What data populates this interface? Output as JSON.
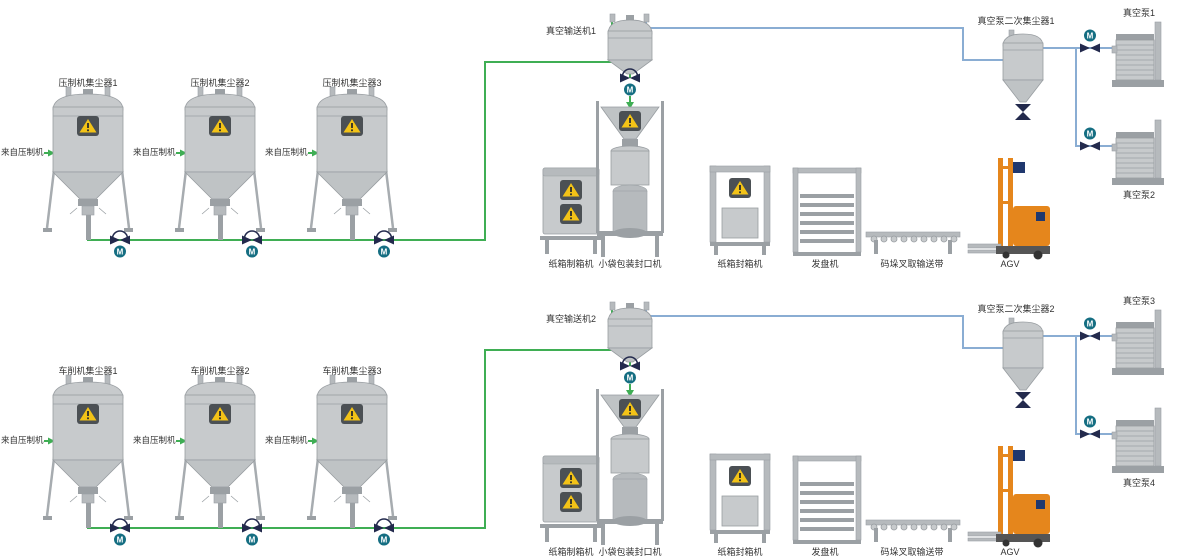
{
  "colors": {
    "pipe_green": "#3fae54",
    "pipe_blue": "#8aadd3",
    "motor_teal": "#156e82",
    "valve_navy": "#232a4d",
    "warning_bg": "#4b5054",
    "warning_yellow": "#f3c317",
    "agv_orange": "#e5861c",
    "agv_blue": "#20386e"
  },
  "sections": [
    {
      "collectors": [
        {
          "label": "压制机集尘器1",
          "input_label": "来自压制机"
        },
        {
          "label": "压制机集尘器2",
          "input_label": "来自压制机"
        },
        {
          "label": "压制机集尘器3",
          "input_label": "来自压制机"
        }
      ],
      "conveyor_label": "真空输送机1",
      "secondary_label": "真空泵二次集尘器1",
      "pumps": [
        {
          "label": "真空泵1"
        },
        {
          "label": "真空泵2"
        }
      ],
      "equipment": [
        "纸箱制箱机",
        "小袋包装封口机",
        "纸箱封箱机",
        "发盘机",
        "码垛叉取输送带",
        "AGV"
      ]
    },
    {
      "collectors": [
        {
          "label": "车削机集尘器1",
          "input_label": "来自压制机"
        },
        {
          "label": "车削机集尘器2",
          "input_label": "来自压制机"
        },
        {
          "label": "车削机集尘器3",
          "input_label": "来自压制机"
        }
      ],
      "conveyor_label": "真空输送机2",
      "secondary_label": "真空泵二次集尘器2",
      "pumps": [
        {
          "label": "真空泵3"
        },
        {
          "label": "真空泵4"
        }
      ],
      "equipment": [
        "纸箱制箱机",
        "小袋包装封口机",
        "纸箱封箱机",
        "发盘机",
        "码垛叉取输送带",
        "AGV"
      ]
    }
  ]
}
